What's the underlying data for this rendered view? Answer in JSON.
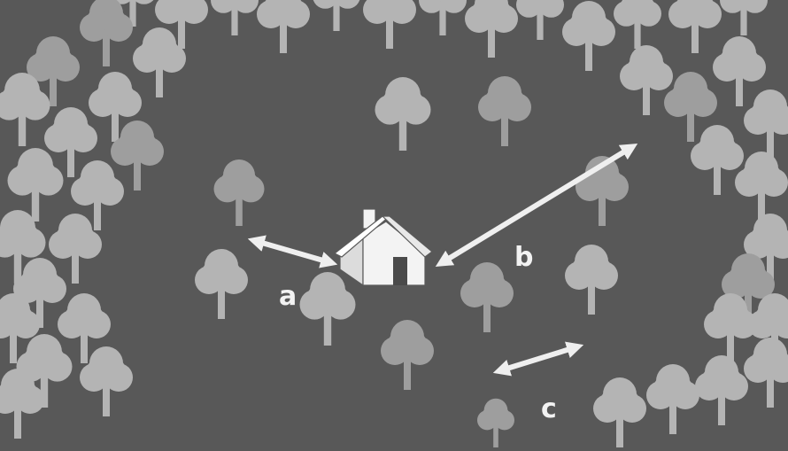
{
  "colors": {
    "background": "#585858",
    "tree_light": "#b4b4b4",
    "tree_mid": "#9e9e9e",
    "tree_dark": "#8c8c8c",
    "trunk": "#7a7a7a",
    "arrow": "#efefef",
    "house": "#f3f3f3"
  },
  "icons": {
    "house": "house-icon",
    "tree": "tree-icon"
  },
  "labels": {
    "a": "a",
    "b": "b",
    "c": "c"
  }
}
